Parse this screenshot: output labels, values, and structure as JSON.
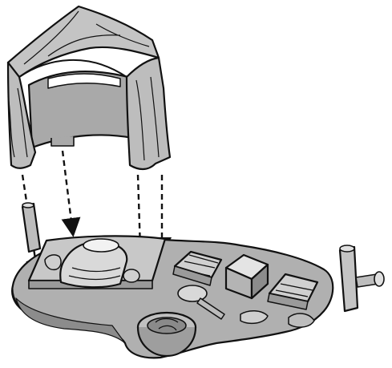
{
  "figure": {
    "kind": "assembly-instruction",
    "parts": [
      {
        "name": "tent-canopy-cover"
      },
      {
        "name": "campsite-playset-base"
      },
      {
        "name": "sleeping-bag-bed"
      },
      {
        "name": "side-post-crank"
      },
      {
        "name": "firewood-pile"
      },
      {
        "name": "supply-crate"
      },
      {
        "name": "log-planks"
      },
      {
        "name": "fire-pit-bowl"
      }
    ],
    "arrow_style": "dashed",
    "arrow_count": 4,
    "colors": {
      "background": "#ffffff",
      "outline": "#111111",
      "tent_fill": "#bdbdbd",
      "tent_shade": "#9a9a9a",
      "base_fill": "#a8a8a8",
      "base_dark": "#7e7e7e",
      "light_fill": "#d9d9d9"
    }
  }
}
